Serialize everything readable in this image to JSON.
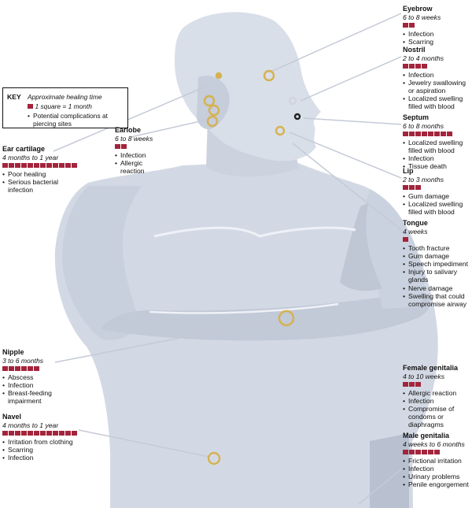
{
  "key": {
    "title": "KEY",
    "scale_title": "Approximate healing time",
    "square_legend": "1 square = 1 month",
    "complication_legend": "Potential complications at piercing sites"
  },
  "sites": [
    {
      "id": "eyebrow",
      "title": "Eyebrow",
      "time": "6 to 8 weeks",
      "squares": 2,
      "complications": [
        "Infection",
        "Scarring"
      ]
    },
    {
      "id": "nostril",
      "title": "Nostril",
      "time": "2 to 4 months",
      "squares": 4,
      "complications": [
        "Infection",
        "Jewelry swallowing or aspiration",
        "Localized swelling filled with blood"
      ]
    },
    {
      "id": "septum",
      "title": "Septum",
      "time": "6 to 8 months",
      "squares": 8,
      "complications": [
        "Localized swelling filled with blood",
        "Infection",
        "Tissue death"
      ]
    },
    {
      "id": "lip",
      "title": "Lip",
      "time": "2 to 3 months",
      "squares": 3,
      "complications": [
        "Gum damage",
        "Localized swelling filled with blood"
      ]
    },
    {
      "id": "tongue",
      "title": "Tongue",
      "time": "4 weeks",
      "squares": 1,
      "complications": [
        "Tooth fracture",
        "Gum damage",
        "Speech impediment",
        "Injury to salivary glands",
        "Nerve damage",
        "Swelling that could compromise airway"
      ]
    },
    {
      "id": "female",
      "title": "Female genitalia",
      "time": "4 to 10 weeks",
      "squares": 3,
      "complications": [
        "Allergic reaction",
        "Infection",
        "Compromise of condoms or diaphragms"
      ]
    },
    {
      "id": "male",
      "title": "Male genitalia",
      "time": "4 weeks to 6 months",
      "squares": 6,
      "complications": [
        "Frictional irritation",
        "Infection",
        "Urinary problems",
        "Penile engorgement"
      ]
    },
    {
      "id": "ear",
      "title": "Ear cartilage",
      "time": "4 months to 1 year",
      "squares": 12,
      "complications": [
        "Poor healing",
        "Serious bacterial infection"
      ]
    },
    {
      "id": "earlobe",
      "title": "Earlobe",
      "time": "6 to 8 weeks",
      "squares": 2,
      "complications": [
        "Infection",
        "Allergic reaction"
      ]
    },
    {
      "id": "nipple",
      "title": "Nipple",
      "time": "3 to 6 months",
      "squares": 6,
      "complications": [
        "Abscess",
        "Infection",
        "Breast-feeding impairment"
      ]
    },
    {
      "id": "navel",
      "title": "Navel",
      "time": "4 months to 1 year",
      "squares": 12,
      "complications": [
        "Irritation from clothing",
        "Scarring",
        "Infection"
      ]
    }
  ],
  "colors": {
    "square": "#a3243b",
    "body": "#d3d9e4",
    "shadow": "#aab3c8",
    "ring": "#d6b24f",
    "leader": "#c4cad6"
  }
}
